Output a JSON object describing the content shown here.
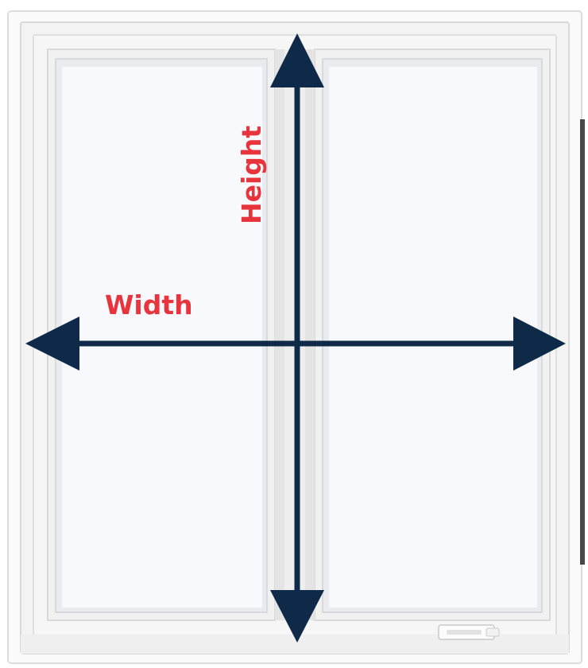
{
  "labels": {
    "width": "Width",
    "height": "Height"
  },
  "colors": {
    "arrow": "#0f2a48",
    "label": "#e8353d",
    "frame": "#f4f4f4",
    "frame_edge": "#d6d6d6",
    "glass": "#f7f8fb",
    "mullion": "#ececec"
  },
  "icons": {
    "width_arrow": "double-headed-horizontal-arrow",
    "height_arrow": "double-headed-vertical-arrow",
    "crank_handle": "casement-crank-handle"
  }
}
